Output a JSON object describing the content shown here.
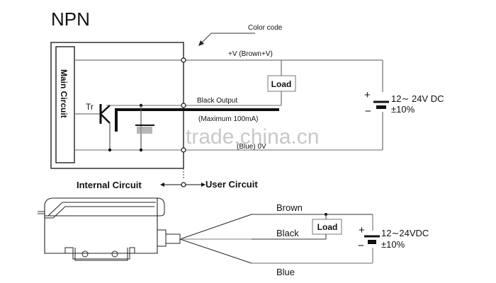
{
  "title": "NPN",
  "top_diagram": {
    "color_code_label": "Color code",
    "main_circuit_label": "Main Circuit",
    "transistor_label": "Tr",
    "supply_line_label": "+V (Brown+V)",
    "output_line_label": "Black  Output",
    "max_current_label": "(Maximum 100mA)",
    "ground_line_label": "(Blue) 0V",
    "load_label": "Load",
    "plus_sign": "+",
    "minus_sign": "−",
    "voltage_label": "12∼ 24V DC",
    "tolerance_label": "±10%",
    "internal_circuit_label": "Internal Circuit",
    "user_circuit_label": "User Circuit"
  },
  "bottom_diagram": {
    "wire_brown_label": "Brown",
    "wire_black_label": "Black",
    "wire_blue_label": "Blue",
    "load_label": "Load",
    "plus_sign": "+",
    "minus_sign": "−",
    "voltage_label": "12∼24VDC",
    "tolerance_label": "±10%"
  },
  "watermark": "trade.china.cn"
}
